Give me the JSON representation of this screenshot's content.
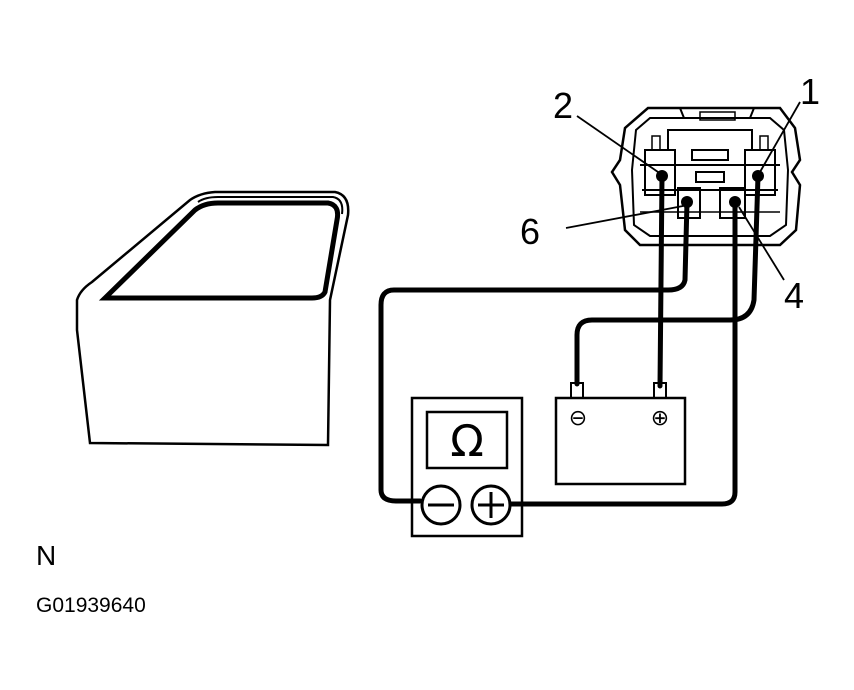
{
  "callouts": {
    "pin_1": "1",
    "pin_2": "2",
    "pin_4": "4",
    "pin_6": "6"
  },
  "ohmmeter": {
    "symbol": "Ω",
    "negative_terminal": "⊖",
    "positive_terminal": "⊕"
  },
  "battery": {
    "negative_terminal": "⊖",
    "positive_terminal": "⊕"
  },
  "view_code": "N",
  "figure_id": "G01939640",
  "icons": [
    "door-icon",
    "switch-connector-icon",
    "ohmmeter-icon",
    "battery-icon"
  ]
}
